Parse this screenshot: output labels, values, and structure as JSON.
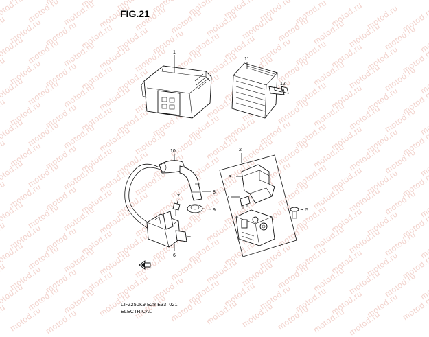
{
  "figure": {
    "title": "FIG.21"
  },
  "watermark": {
    "text": "motod.ru",
    "color": "#f2d3cd"
  },
  "callouts": [
    {
      "id": "1",
      "label": "1"
    },
    {
      "id": "2",
      "label": "2"
    },
    {
      "id": "3",
      "label": "3"
    },
    {
      "id": "4",
      "label": "4"
    },
    {
      "id": "5",
      "label": "5"
    },
    {
      "id": "6",
      "label": "6"
    },
    {
      "id": "7",
      "label": "7"
    },
    {
      "id": "8",
      "label": "8"
    },
    {
      "id": "9",
      "label": "9"
    },
    {
      "id": "10",
      "label": "10"
    },
    {
      "id": "11",
      "label": "11"
    },
    {
      "id": "12",
      "label": "12"
    }
  ],
  "footer": {
    "model_code": "LT-Z250K9 E28 E33_021",
    "section": "ELECTRICAL"
  }
}
